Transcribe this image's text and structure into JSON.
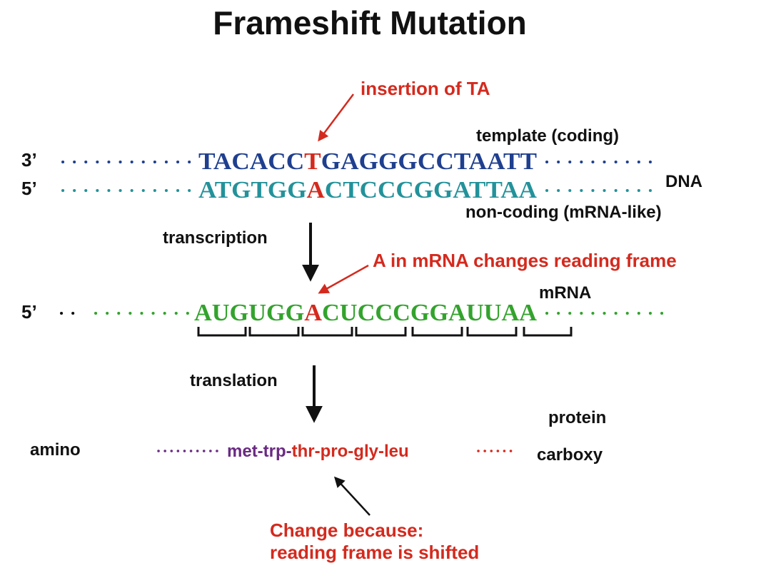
{
  "title": "Frameshift Mutation",
  "colors": {
    "black": "#111111",
    "red": "#d42a1e",
    "template_blue": "#1f3f8f",
    "noncoding_teal": "#23929a",
    "mrna_green": "#33a32d",
    "protein_purple": "#6a2a82"
  },
  "annotations": {
    "insertion": "insertion of TA",
    "mrna_change": "A in mRNA changes reading frame",
    "protein_change_line1": "Change because:",
    "protein_change_line2": "reading frame is shifted"
  },
  "dna": {
    "template_label": "template (coding)",
    "noncoding_label": "non-coding (mRNA-like)",
    "dna_label": "DNA",
    "template_end": "3’",
    "noncoding_end": "5’",
    "template_seq_before": "TACACC",
    "template_inserted": "T",
    "template_seq_after": "GAGGGCCTAATT",
    "noncoding_seq_before": "ATGTGG",
    "noncoding_inserted": "A",
    "noncoding_seq_after": "CTCCCGGATTAA"
  },
  "mrna": {
    "end": "5’",
    "label": "mRNA",
    "seq_before": "AUGUGG",
    "inserted": "A",
    "seq_after": "CUCCCGGAUUAA"
  },
  "process": {
    "transcription": "transcription",
    "translation": "translation"
  },
  "protein": {
    "amino_label": "amino",
    "carboxy_label": "carboxy",
    "protein_label": "protein",
    "unchanged": "met-trp-",
    "changed": "thr-pro-gly-leu"
  }
}
